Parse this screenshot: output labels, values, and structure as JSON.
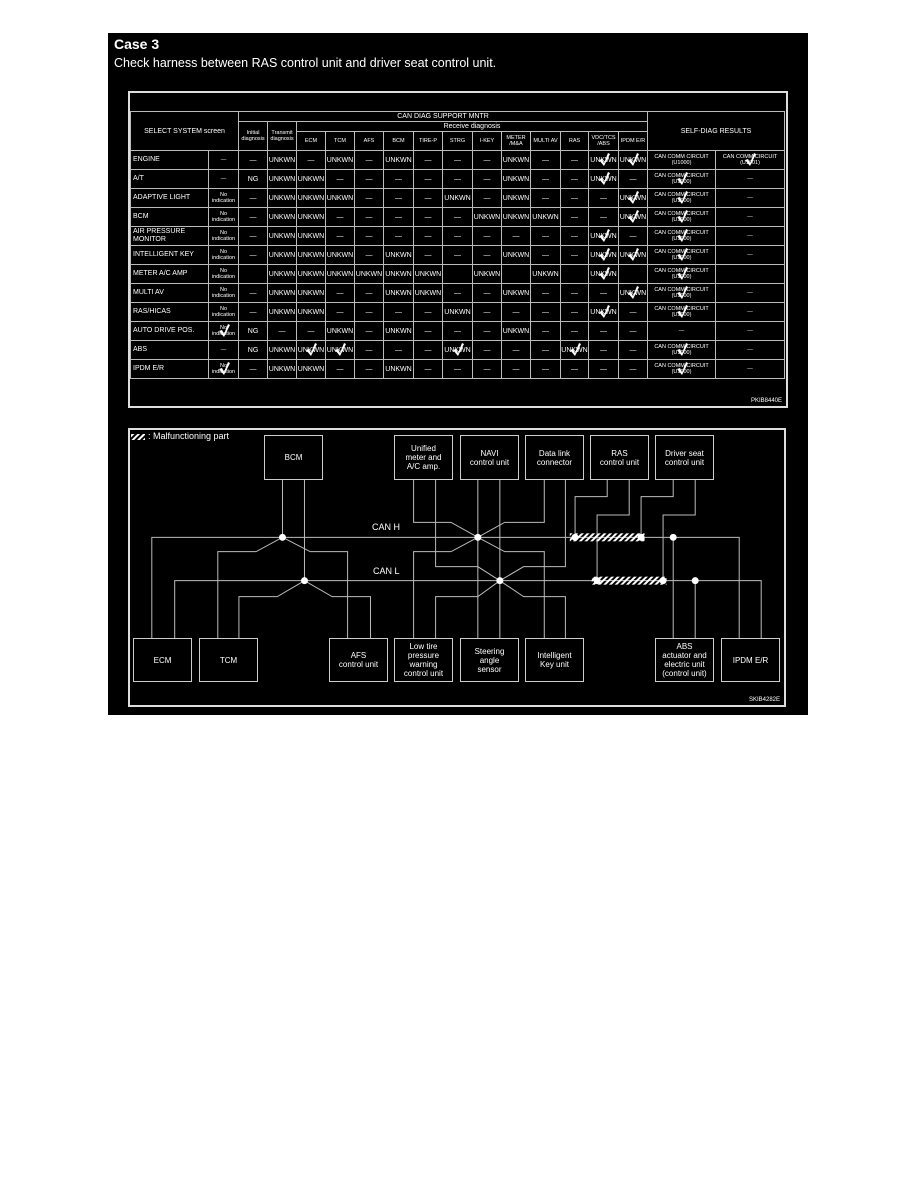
{
  "heading": {
    "case": "Case 3",
    "text": "Check harness between RAS control unit and driver seat control unit."
  },
  "table": {
    "select_system": "SELECT SYSTEM screen",
    "can_diag": "CAN DIAG SUPPORT MNTR",
    "initial": "Initial diagnosis",
    "transmit": "Transmit diagnosis",
    "receive": "Receive diagnosis",
    "self_diag": "SELF-DIAG RESULTS",
    "receive_cols": [
      "ECM",
      "TCM",
      "AFS",
      "BCM",
      "TIRE-P",
      "STRG",
      "I-KEY",
      "METER /M&A",
      "MULTI AV",
      "RAS",
      "VDC/TCS /ABS",
      "IPDM E/R"
    ],
    "rows": [
      {
        "name": "ENGINE",
        "cells": [
          "—",
          "—",
          "UNKWN",
          "—",
          "UNKWN",
          "—",
          "UNKWN",
          "—",
          "—",
          "—",
          "UNKWN",
          "—",
          "—",
          "UNKWN",
          "UNKWN",
          "CAN COMM CIRCUIT (U1000)",
          "CAN COMM CIRCUIT (U1001)"
        ],
        "checks": [
          13,
          14,
          16
        ]
      },
      {
        "name": "A/T",
        "cells": [
          "—",
          "NG",
          "UNKWN",
          "UNKWN",
          "—",
          "—",
          "—",
          "—",
          "—",
          "—",
          "UNKWN",
          "—",
          "—",
          "UNKWN",
          "—",
          "CAN COMM CIRCUIT (U1000)",
          "—"
        ],
        "checks": [
          13,
          15
        ]
      },
      {
        "name": "ADAPTIVE LIGHT",
        "cells": [
          "No indication",
          "—",
          "UNKWN",
          "UNKWN",
          "UNKWN",
          "—",
          "—",
          "—",
          "UNKWN",
          "—",
          "UNKWN",
          "—",
          "—",
          "—",
          "UNKWN",
          "CAN COMM CIRCUIT (U1000)",
          "—"
        ],
        "checks": [
          14,
          15
        ]
      },
      {
        "name": "BCM",
        "cells": [
          "No indication",
          "—",
          "UNKWN",
          "UNKWN",
          "—",
          "—",
          "—",
          "—",
          "—",
          "UNKWN",
          "UNKWN",
          "UNKWN",
          "—",
          "—",
          "UNKWN",
          "CAN COMM CIRCUIT (U1000)",
          "—"
        ],
        "checks": [
          14,
          15
        ]
      },
      {
        "name": "AIR PRESSURE MONITOR",
        "cells": [
          "No indication",
          "—",
          "UNKWN",
          "UNKWN",
          "—",
          "—",
          "—",
          "—",
          "—",
          "—",
          "—",
          "—",
          "—",
          "UNKWN",
          "—",
          "CAN COMM CIRCUIT (U1000)",
          "—"
        ],
        "checks": [
          13,
          15
        ]
      },
      {
        "name": "INTELLIGENT KEY",
        "cells": [
          "No indication",
          "—",
          "UNKWN",
          "UNKWN",
          "UNKWN",
          "—",
          "UNKWN",
          "—",
          "—",
          "—",
          "UNKWN",
          "—",
          "—",
          "UNKWN",
          "UNKWN",
          "CAN COMM CIRCUIT (U1000)",
          "—"
        ],
        "checks": [
          13,
          14,
          15
        ]
      },
      {
        "name": "METER A/C AMP",
        "cells": [
          "No indication",
          "",
          "UNKWN",
          "UNKWN",
          "UNKWN",
          "UNKWN",
          "UNKWN",
          "UNKWN",
          "",
          "UNKWN",
          "",
          "UNKWN",
          "",
          "UNKWN",
          "",
          "CAN COMM CIRCUIT (U1000)",
          ""
        ],
        "checks": [
          13,
          15
        ]
      },
      {
        "name": "MULTI AV",
        "cells": [
          "No indication",
          "—",
          "UNKWN",
          "UNKWN",
          "—",
          "—",
          "UNKWN",
          "UNKWN",
          "—",
          "—",
          "UNKWN",
          "—",
          "—",
          "—",
          "UNKWN",
          "CAN COMM CIRCUIT (U1000)",
          "—"
        ],
        "checks": [
          14,
          15
        ]
      },
      {
        "name": "RAS/HICAS",
        "cells": [
          "No indication",
          "—",
          "UNKWN",
          "UNKWN",
          "—",
          "—",
          "—",
          "—",
          "UNKWN",
          "—",
          "—",
          "—",
          "—",
          "UNKWN",
          "—",
          "CAN COMM CIRCUIT (U1000)",
          "—"
        ],
        "checks": [
          13,
          15
        ]
      },
      {
        "name": "AUTO DRIVE POS.",
        "cells": [
          "No indication",
          "NG",
          "—",
          "—",
          "UNKWN",
          "—",
          "UNKWN",
          "—",
          "—",
          "—",
          "UNKWN",
          "—",
          "—",
          "—",
          "—",
          "—",
          "—"
        ],
        "checks": [
          0
        ]
      },
      {
        "name": "ABS",
        "cells": [
          "—",
          "NG",
          "UNKWN",
          "UNKWN",
          "UNKWN",
          "—",
          "—",
          "—",
          "UNKWN",
          "—",
          "—",
          "—",
          "UNKWN",
          "—",
          "—",
          "CAN COMM CIRCUIT (U1000)",
          "—"
        ],
        "checks": [
          3,
          4,
          8,
          12,
          15
        ]
      },
      {
        "name": "IPDM E/R",
        "cells": [
          "No indication",
          "—",
          "UNKWN",
          "UNKWN",
          "—",
          "—",
          "UNKWN",
          "—",
          "—",
          "—",
          "—",
          "—",
          "—",
          "—",
          "—",
          "CAN COMM CIRCUIT (U1000)",
          "—"
        ],
        "checks": [
          0,
          15
        ]
      }
    ],
    "code": "PKIB8440E"
  },
  "diagram": {
    "legend": ": Malfunctioning part",
    "can_h": "CAN H",
    "can_l": "CAN L",
    "units": {
      "bcm": "BCM",
      "meter": "Unified\nmeter and\nA/C amp.",
      "navi": "NAVI\ncontrol unit",
      "dlc": "Data link\nconnector",
      "ras": "RAS\ncontrol unit",
      "seat": "Driver seat\ncontrol unit",
      "ecm": "ECM",
      "tcm": "TCM",
      "afs": "AFS\ncontrol unit",
      "tire": "Low tire\npressure\nwarning\ncontrol unit",
      "strg": "Steering\nangle\nsensor",
      "ikey": "Intelligent\nKey unit",
      "abs": "ABS\nactuator and\nelectric unit\n(control unit)",
      "ipdm": "IPDM E/R"
    },
    "code": "SKIB4282E"
  }
}
